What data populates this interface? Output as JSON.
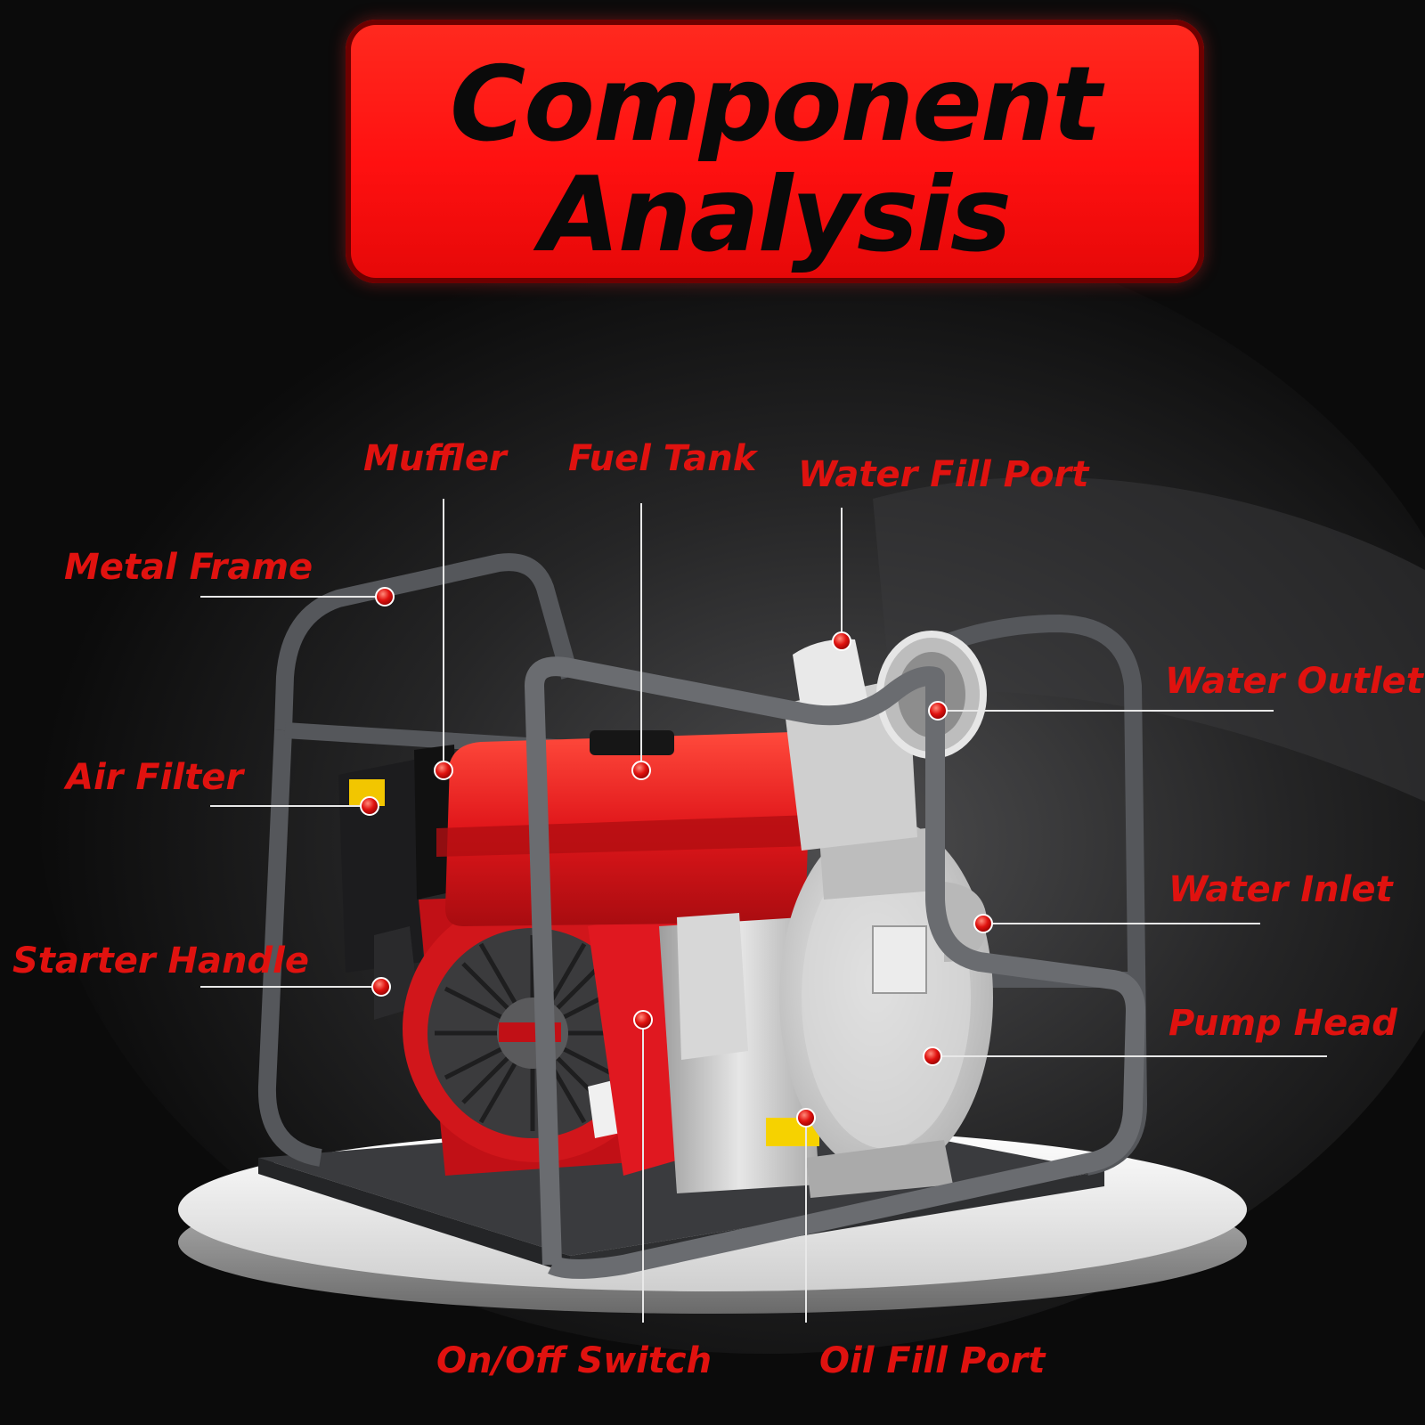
{
  "title": {
    "line1": "Component",
    "line2": "Analysis"
  },
  "labels": {
    "muffler": "Muffler",
    "fuel_tank": "Fuel Tank",
    "water_fill_port": "Water Fill Port",
    "metal_frame": "Metal Frame",
    "water_outlet": "Water Outlet",
    "air_filter": "Air Filter",
    "water_inlet": "Water Inlet",
    "starter_handle": "Starter Handle",
    "pump_head": "Pump Head",
    "on_off_switch": "On/Off Switch",
    "oil_fill_port": "Oil Fill Port"
  },
  "colors": {
    "label_red": "#e0120f",
    "banner_red": "#ff1a12",
    "background": "#0b0b0b",
    "pump_red": "#d8141a",
    "frame_gray": "#6a6c70",
    "pump_silver": "#c9c9c9"
  }
}
